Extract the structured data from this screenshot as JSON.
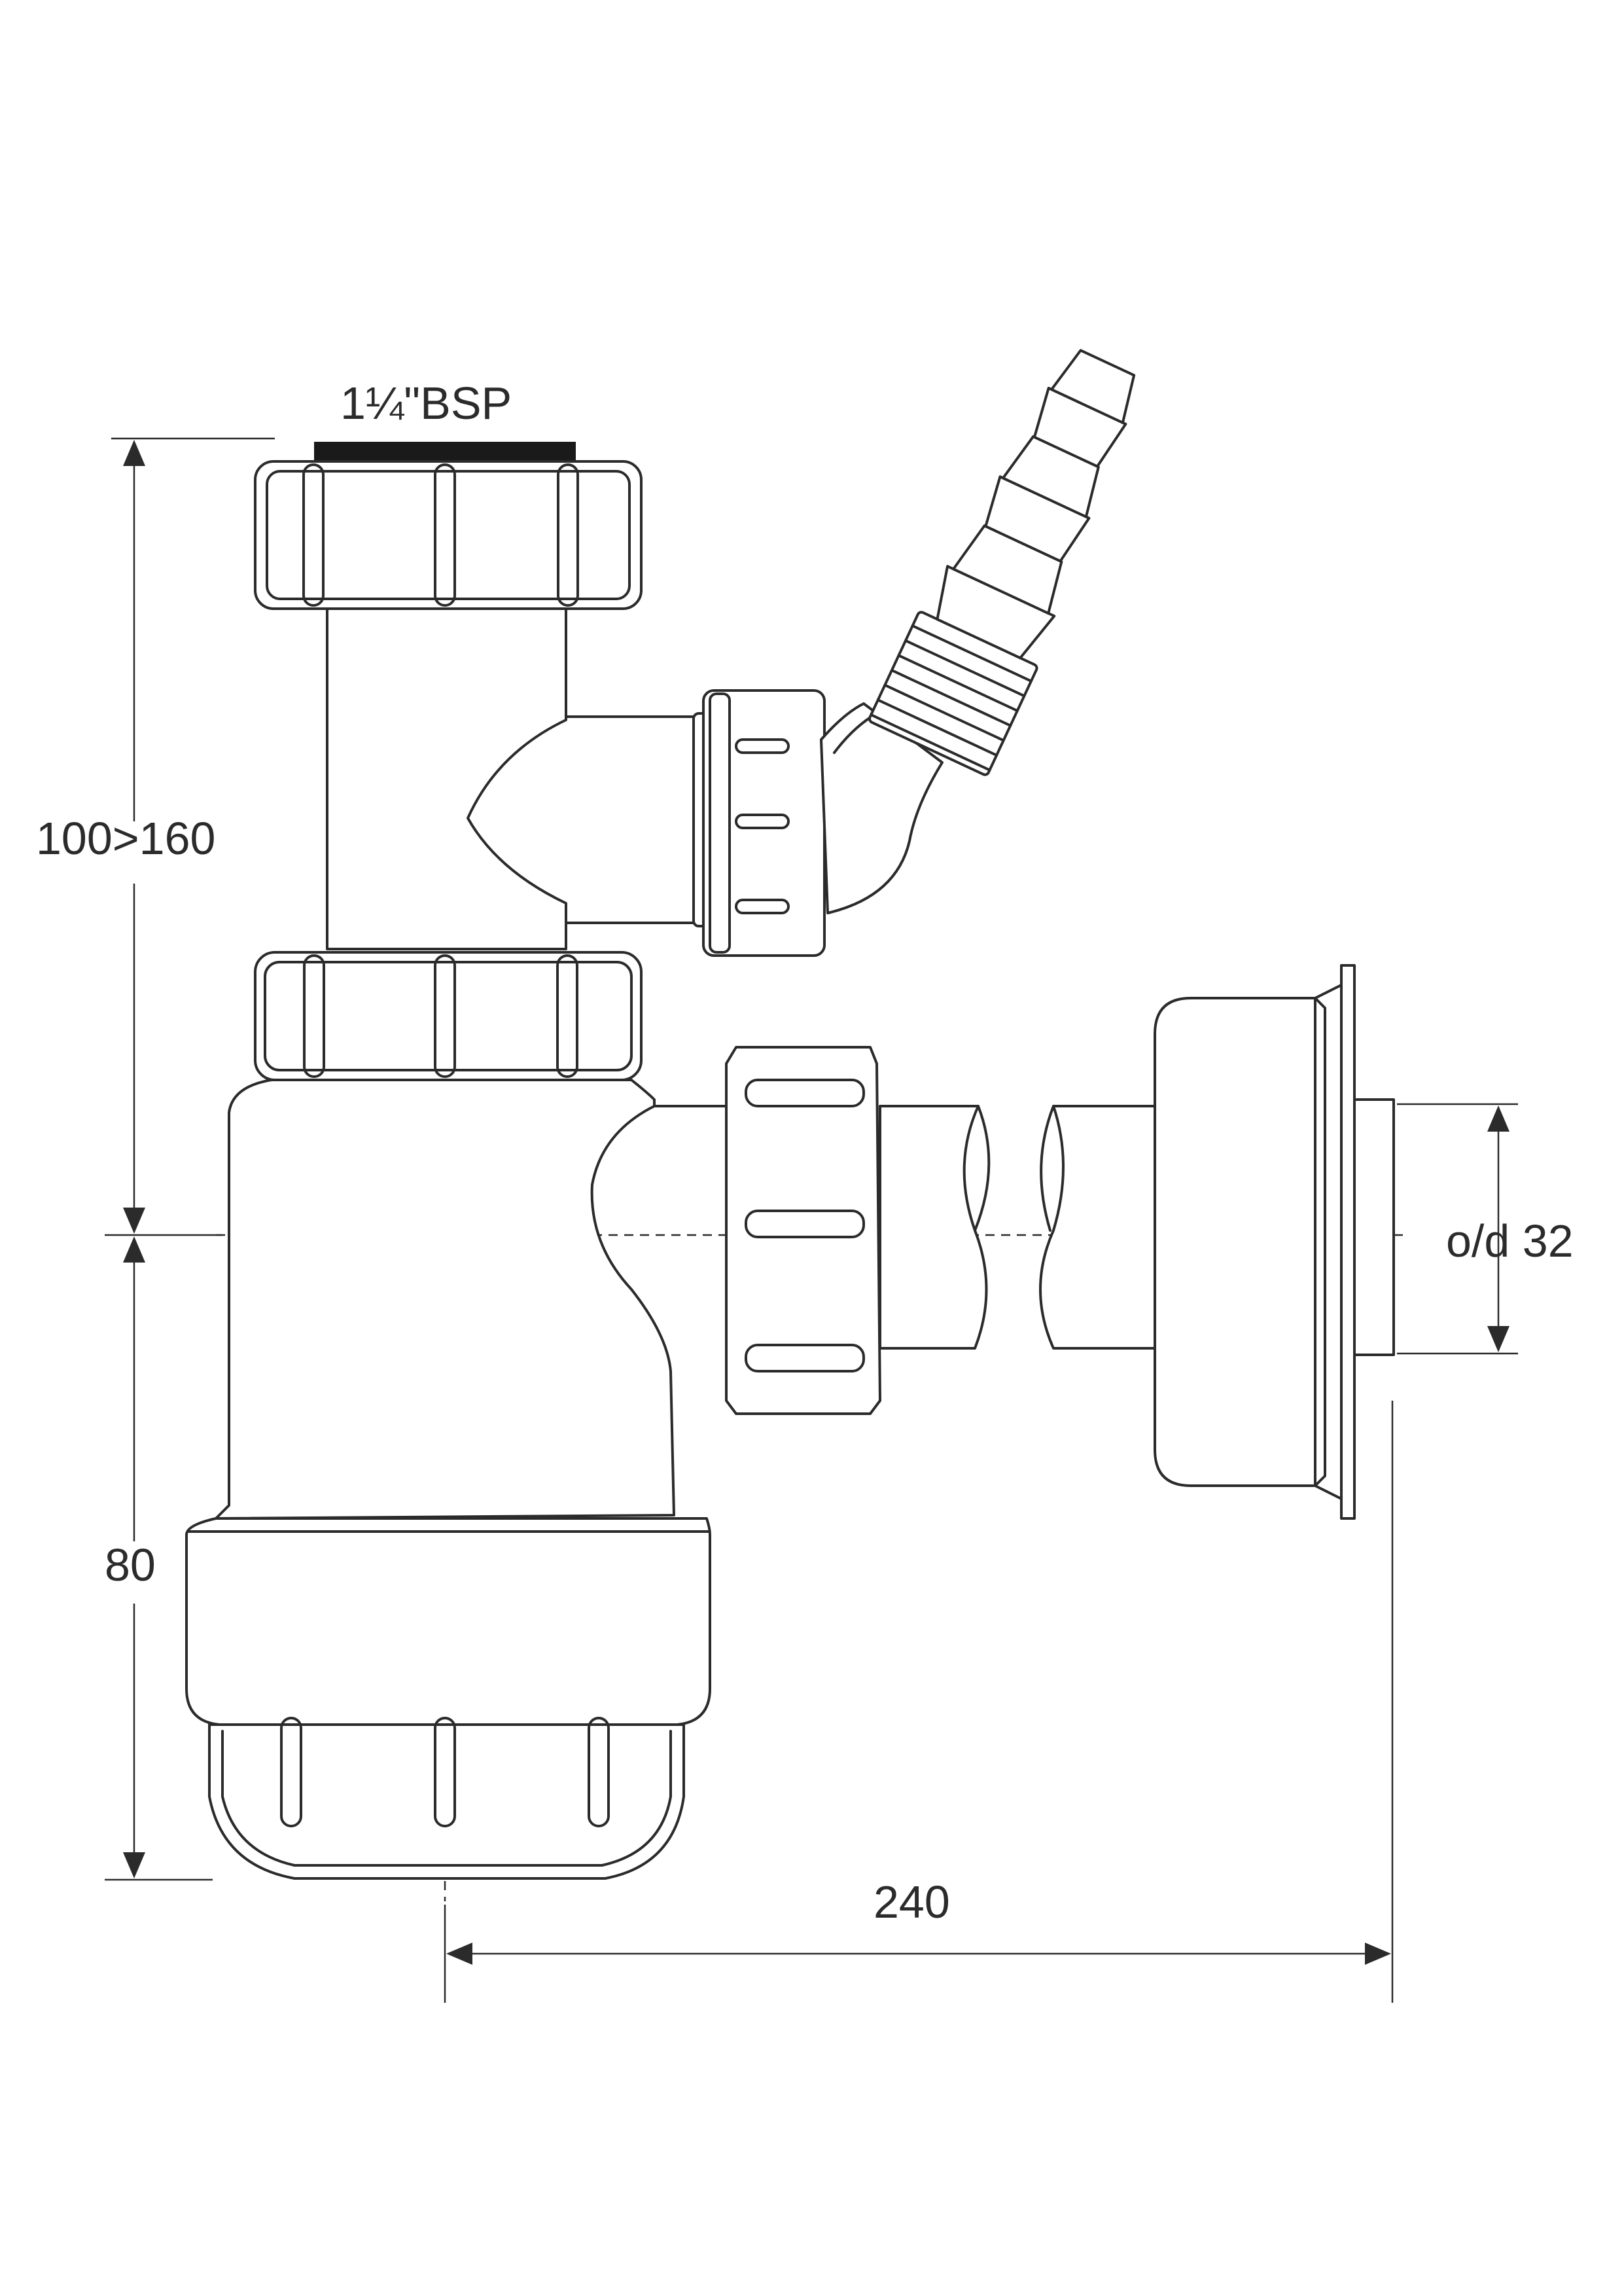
{
  "labels": {
    "thread": "1¼\"BSP",
    "height_range": "100>160",
    "bottom_height": "80",
    "width": "240",
    "outlet_diameter": "o/d 32"
  },
  "colors": {
    "line": "#2b2b2b",
    "background": "#ffffff"
  }
}
